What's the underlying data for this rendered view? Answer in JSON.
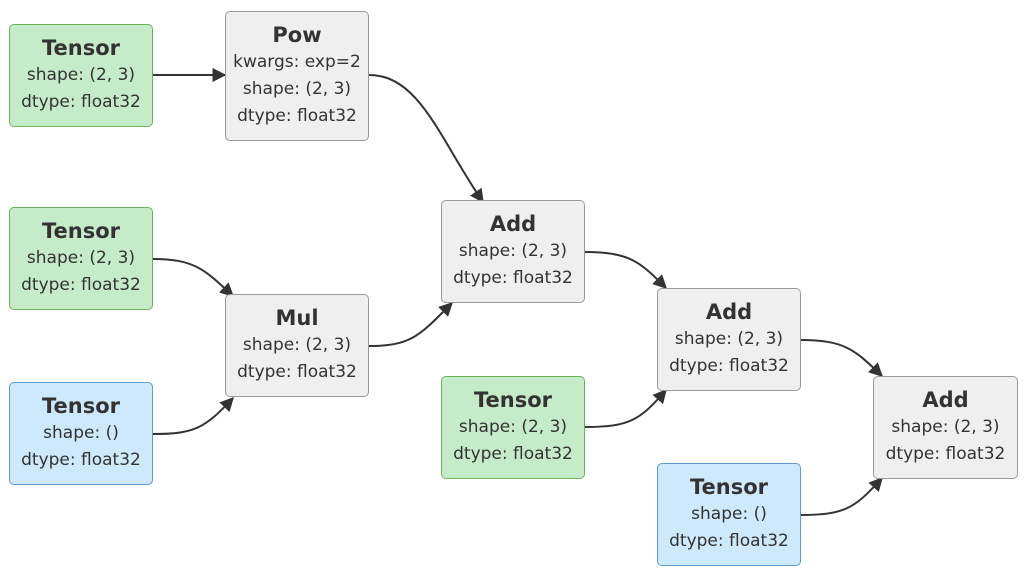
{
  "nodes": {
    "t1": {
      "title": "Tensor",
      "lines": [
        "shape: (2, 3)",
        "dtype: float32"
      ]
    },
    "pow": {
      "title": "Pow",
      "lines": [
        "kwargs: exp=2",
        "shape: (2, 3)",
        "dtype: float32"
      ]
    },
    "t2": {
      "title": "Tensor",
      "lines": [
        "shape: (2, 3)",
        "dtype: float32"
      ]
    },
    "t3": {
      "title": "Tensor",
      "lines": [
        "shape: ()",
        "dtype: float32"
      ]
    },
    "mul": {
      "title": "Mul",
      "lines": [
        "shape: (2, 3)",
        "dtype: float32"
      ]
    },
    "add1": {
      "title": "Add",
      "lines": [
        "shape: (2, 3)",
        "dtype: float32"
      ]
    },
    "t4": {
      "title": "Tensor",
      "lines": [
        "shape: (2, 3)",
        "dtype: float32"
      ]
    },
    "add2": {
      "title": "Add",
      "lines": [
        "shape: (2, 3)",
        "dtype: float32"
      ]
    },
    "t5": {
      "title": "Tensor",
      "lines": [
        "shape: ()",
        "dtype: float32"
      ]
    },
    "add3": {
      "title": "Add",
      "lines": [
        "shape: (2, 3)",
        "dtype: float32"
      ]
    }
  },
  "colors": {
    "tensor_green_fill": "#c6ebc9",
    "tensor_blue_fill": "#cde9fb",
    "op_fill": "#efefef",
    "edge": "#333333"
  }
}
